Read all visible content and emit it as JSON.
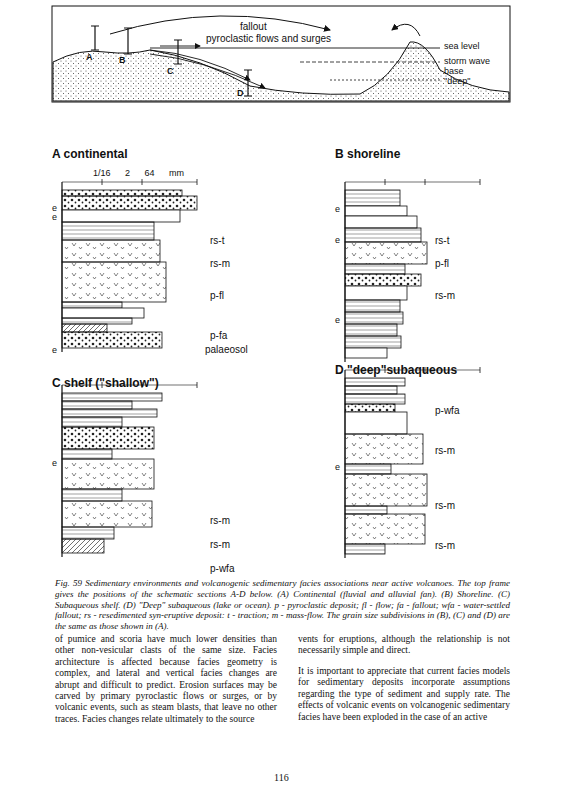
{
  "diagram": {
    "caption": "Fig. 59 Sedimentary environments and volcanogenic sedimentary facies associations near active volcanoes. The top frame gives the positions of the schematic sections A-D below. (A) Continental (fluvial and alluvial fan). (B) Shoreline. (C) Subaqueous shelf. (D) \"Deep\" subaqueous (lake or ocean). p - pyroclastic deposit; fl - flow; fa - fallout; wfa - water-settled fallout; rs - resedimented syn-eruptive deposit: t - traction; m - mass-flow. The grain size subdivisions in (B), (C) and (D) are the same as those shown in (A).",
    "labels": [
      "fallout",
      "pyroclastic flows and surges",
      "sea level",
      "storm wave base",
      "\"deep\"",
      "A",
      "B",
      "C",
      "D",
      "A continental",
      "1/16 2 64 mm",
      "e",
      "e",
      "rs-t",
      "rs-m",
      "p-fl",
      "p-fa",
      "palaeosol",
      "e",
      "B shoreline",
      "e",
      "rs-t",
      "e",
      "p-fl",
      "rs-m",
      "e",
      "C shelf (\"shallow\")",
      "e",
      "rs-m",
      "rs-m",
      "p-wfa",
      "D \"deep\"subaqueous",
      "p-wfa",
      "rs-m",
      "e",
      "rs-m",
      "rs-m",
      "of pumice and scoria have much lower densities than other non-vesicular clasts of the same size. Facies architecture is affected because facies geometry is complex, and lateral and vertical facies changes are abrupt and difficult to predict. Erosion surfaces may be carved by primary pyroclastic flows or surges, or by volcanic events, such as steam blasts, that leave no other traces. Facies changes relate ultimately to the source",
      "vents for eruptions, although the relationship is not necessarily simple and direct.",
      "It is important to appreciate that current facies models for sedimentary deposits incorporate assumptions regarding the type of sediment and supply rate. The effects of volcanic events on volcanogenic sedimentary facies have been exploded in the case of an active",
      "116"
    ]
  }
}
